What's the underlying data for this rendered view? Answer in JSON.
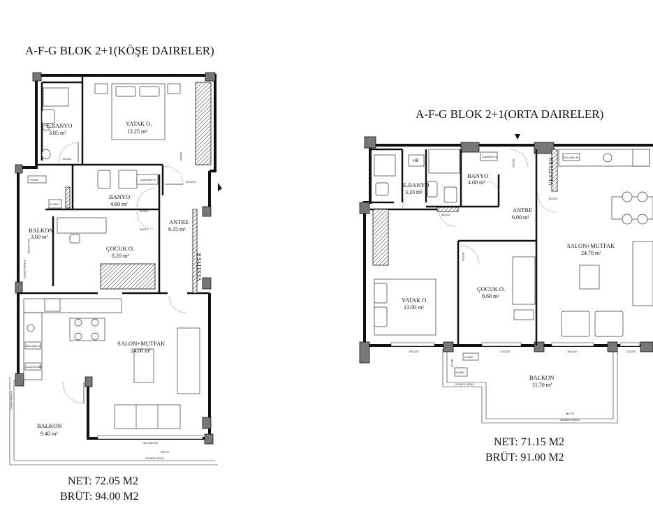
{
  "left_plan": {
    "title": "A-F-G BLOK 2+1(KÖŞE DAIRELER)",
    "rooms": {
      "ebanyo": {
        "name": "E.BANYO",
        "area": "3.85 m²"
      },
      "yatak": {
        "name": "YATAK O.",
        "area": "12.25 m²"
      },
      "banyo": {
        "name": "BANYO",
        "area": "4.60 m²"
      },
      "antre": {
        "name": "ANTRE",
        "area": "6.15 m²"
      },
      "balkon_small": {
        "name": "BALKON",
        "area": "3.60 m²"
      },
      "cocuk": {
        "name": "ÇOCUK O.",
        "area": "8.20 m²"
      },
      "salon": {
        "name": "SALON+MUTFAK",
        "area": "24.00 m²"
      },
      "balkon": {
        "name": "BALKON",
        "area": "9.40 m²"
      }
    },
    "labels": {
      "vestiyer": "VESTİYER",
      "klima": "KLİMA",
      "kombi": "KOMBİ",
      "camasir": "ÇAMAŞIR M.",
      "bulasik": "BULAŞIK M.",
      "buzdolabi": "BUZDOLABI",
      "gunes_kirici": "GÜNEŞ KIRICI",
      "motif": "MOTİF",
      "d1": "90/210",
      "d2": "100/210",
      "d3": "80/210",
      "w1": "SK-300/240",
      "w2": "SK-130/240",
      "w3": "90/120",
      "w4": "80/130",
      "w5": "80/130"
    },
    "net": "NET: 72.05 M2",
    "brut": "BRÜT: 94.00 M2"
  },
  "right_plan": {
    "title": "A-F-G BLOK 2+1(ORTA DAIRELER)",
    "rooms": {
      "ebanyo": {
        "name": "E.BANYO",
        "area": "3.15 m²"
      },
      "banyo": {
        "name": "BANYO",
        "area": "4.00 m²"
      },
      "antre": {
        "name": "ANTRE",
        "area": "6.00 m²"
      },
      "salon": {
        "name": "SALON+MUTFAK",
        "area": "24.70 m²"
      },
      "yatak": {
        "name": "YATAK O.",
        "area": "13.00 m²"
      },
      "cocuk": {
        "name": "ÇOCUK O.",
        "area": "8.60 m²"
      },
      "balkon": {
        "name": "BALKON",
        "area": "11.70 m²"
      }
    },
    "labels": {
      "hb": "HB",
      "vestiyer": "VESTİYER",
      "klima": "KLİMA",
      "kombi": "KOMBİ",
      "camasir": "ÇAMAŞIR M.",
      "bulasik": "BULAŞIK M.",
      "gunes_kirici": "GÜNEŞ KIRICI",
      "motif": "MOTİF",
      "d1": "90/210",
      "d2": "80/210",
      "w1": "100/220",
      "w2": "110/220",
      "w3": "180/240",
      "w4": "120/220"
    },
    "net": "NET: 71.15 M2",
    "brut": "BRÜT: 91.00 M2"
  },
  "colors": {
    "wall": "#111111",
    "column": "#777777",
    "background": "#ffffff"
  }
}
